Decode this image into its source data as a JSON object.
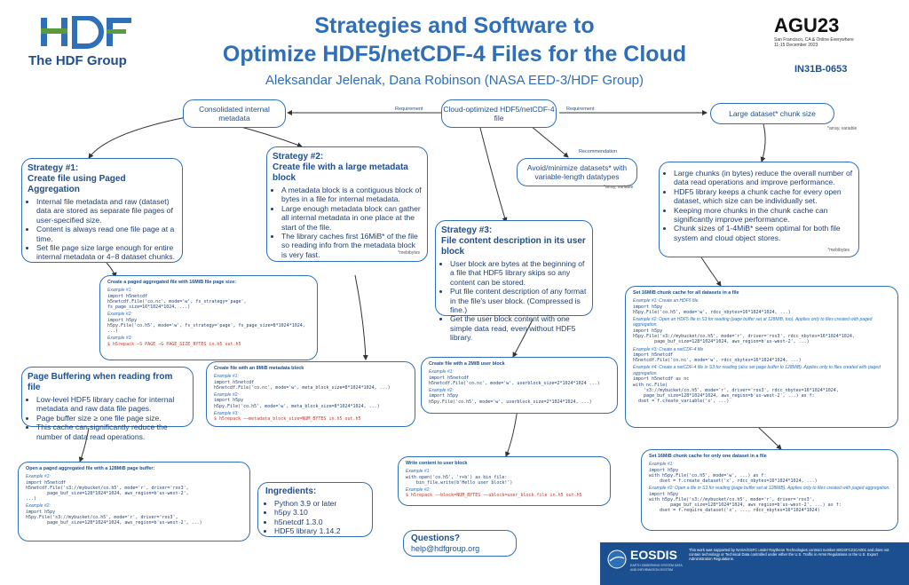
{
  "header": {
    "logo_text": "The HDF Group",
    "title_line1": "Strategies and Software to",
    "title_line2": "Optimize HDF5/netCDF-4 Files for the Cloud",
    "authors": "Aleksandar Jelenak, Dana Robinson (NASA EED-3/HDF Group)",
    "agu_logo": "AGU23",
    "agu_sub1": "San Francisco, CA & Online Everywhere",
    "agu_sub2": "11-15 December 2023",
    "poster_id": "IN31B-0653"
  },
  "flow": {
    "center_node": "Cloud-optimized HDF5/netCDF-4 file",
    "left_node": "Consolidated internal metadata",
    "right_node": "Large dataset* chunk size",
    "right_note": "*array, variable",
    "req_left": "Requirement",
    "req_right": "Requirement",
    "recommendation": "Recommendation",
    "avoid_node": "Avoid/minimize datasets* with variable-length datatypes",
    "avoid_note": "*array, variable"
  },
  "strategy1": {
    "heading1": "Strategy #1:",
    "heading2": "Create file using Paged Aggregation",
    "bullets": [
      "Internal file metadata and raw (dataset) data are stored as separate file pages of user-specified size.",
      "Content is always read one file page at a time.",
      "Set file page size large enough for entire internal metadata or 4−8 dataset chunks."
    ],
    "code_title": "Create a paged aggregated file with 16MiB file page size:",
    "ex1": "Example #1:",
    "code1": "import h5netcdf\nh5netcdf.File('co.nc', mode='w', fs_strategy='page',\nfs_page_size=16*1024*1024, ...)",
    "ex2": "Example #2:",
    "code2": "import h5py\nh5py.File('co.h5', mode='w', fs_strategy='page', fs_page_size=8*1024*1024,\n...)",
    "ex3": "Example #3:",
    "code3": "$ h5repack −S PAGE −G PAGE_SIZE_BYTES in.h5 out.h5"
  },
  "strategy2": {
    "heading1": "Strategy #2:",
    "heading2": "Create file with a large metadata block",
    "bullets": [
      "A metadata block is a contiguous block of bytes in a file for internal metadata.",
      "Large enough metadata block can gather all internal metadata in one place at the start of the file.",
      "The library caches first 16MiB* of the file so reading info from the metadata block is very fast."
    ],
    "note": "*mebibytes",
    "code_title": "Create file with an 8MiB metadata block",
    "ex1": "Example #1:",
    "code1": "import h5netcdf\nh5netcdf.File('co.nc', mode='w', meta_block_size=8*1024*1024, ...)",
    "ex2": "Example #2:",
    "code2": "import h5py\nh5py.File('co.h5', mode='w', meta_block_size=8*1024*1024, ...)",
    "ex3": "Example #3:",
    "code3": "$ h5repack −−metadata_block_size=NUM_BYTES in.h5 out.h5"
  },
  "strategy3": {
    "heading1": "Strategy #3:",
    "heading2": "File content description in its user block",
    "bullets": [
      "User block are bytes at the beginning of a file that HDF5 library skips so any content can be stored.",
      "Put file content description of any format in the file's user block. (Compressed is fine.)",
      "Get the user block content with one simple data read, even without HDF5 library."
    ],
    "code_title": "Create file with a 2MiB user block",
    "ex1": "Example #1:",
    "code1": "import h5netcdf\nh5netcdf.File('co.nc', mode='w', userblock_size=2*1024*1024 ...)",
    "ex2": "Example #2:",
    "code2": "import h5py\nh5py.File('co.h5', mode='w', userblock_size=2*1024*1024, ...)",
    "write_title": "Write content to user block",
    "wex1": "Example #1:",
    "wcode1": "with open('co.h5', 'r+b') as bin_file:\n    bin_file.write(b'Hello user block!')",
    "wex2": "Example #2:",
    "wcode2": "$ h5repack −−block=NUM_BYTES −−ublock=user_block.file in.h5 out.h5"
  },
  "chunk": {
    "bullets": [
      "Large chunks (in bytes) reduce the overall number of data read operations and improve performance.",
      "HDF5 library keeps a chunk cache for every open dataset, which size can be individually set.",
      "Keeping more chunks in the chunk cache can significantly improve performance.",
      "Chunk sizes of 1-4MiB* seem optimal for both file system and cloud object stores."
    ],
    "note": "*mebibytes",
    "code_title": "Set 16MiB chunk cache for all datasets in a file",
    "ex1": "Example #1: Create an HDF5 file",
    "code1": "import h5py\nh5py.File('co.h5', mode='w', rdcc_nbytes=16*1024*1024, ...)",
    "ex2": "Example #2: Open an HDF5 file in S3 for reading (page buffer set at 128MiB, too). Applies only to files created with paged aggregation.",
    "code2": "import h5py\nh5py.File('s3://mybucket/co.h5', mode='r', driver='ros3', rdcc_nbytes=16*1024*1024,\n        page_buf_size=128*1024*1024, aws_region=b'us-west-2', ...)",
    "ex3": "Example #3: Create a netCDF-4 file",
    "code3": "import h5netcdf\nh5netcdf.File('co.nc', mode='w', rdcc_nbytes=16*1024*1024, ...)",
    "ex4": "Example #4: Create a netCDF-4 file in S3 for reading (also set page buffer to 128MiB). Applies only to files created with paged aggregation.",
    "code4": "import h5netcdf as nc\nwith nc.File(\n    's3://mybucket/co.h5', mode='r', driver='ros3', rdcc_nbytes=16*1024*1024,\n    page_buf_size=128*1024*1024, aws_region=b'us-west-2', ...) as f:\n  dset = f.create_variable('x', ...)",
    "one_title": "Set 16MiB chunk cache for only one dataset in a file",
    "oex1": "Example #1:",
    "ocode1": "import h5py\nwith h5py.File('co.h5', mode='w', ...) as f:\n    dset = f.create_dataset('x', rdcc_nbytes=16*1024*1024, ...)",
    "oex2": "Example #2: Open a file in S3 for reading (page buffer set at 128MiB). Applies only to files created with paged aggregation.",
    "ocode2": "import h5py\nwith h5py.File('s3://mybucket/co.h5', mode='r', driver='ros3',\n        page_buf_size=128*1024*1024, aws_region=b'us-west-2', ...) as f:\n    dset = f.require_dataset('x', ..., rdcc_nbytes=16*1024*1024)"
  },
  "pagebuf": {
    "heading": "Page Buffering when reading from file",
    "bullets": [
      "Low-level HDF5 library cache for internal metadata and raw data file pages.",
      "Page buffer size ≥ one file page size.",
      "This cache can significantly reduce the number of data read operations."
    ],
    "code_title": "Open a paged aggregated file with a 128MiB page buffer:",
    "ex1": "Example #1:",
    "code1": "import h5netcdf\nh5netcdf.File('s3://mybucket/co.h5', mode='r', driver='ros3',\n        page_buf_size=128*1024*1024, aws_region=b'us-west-2',\n...)",
    "ex2": "Example #2:",
    "code2": "import h5py\nh5py.File('s3://mybucket/co.h5', mode='r', driver='ros3',\n        page_buf_size=128*1024*1024, aws_region=b'us-west-2', ...)"
  },
  "ingredients": {
    "heading": "Ingredients:",
    "items": [
      "Python 3.9 or later",
      "h5py 3.10",
      "h5netcdf 1.3.0",
      "HDF5 library 1.14.2"
    ]
  },
  "questions": {
    "heading": "Questions?",
    "email": "help@hdfgroup.org"
  },
  "footer": {
    "eosdis": "EOSDIS",
    "eosdis_sub": "EARTH OBSERVING SYSTEM DATA AND INFORMATION SYSTEM",
    "disclaimer": "This work was supported by NASA/GSFC under Raytheon Technologies contract number 80GSFC21CA001 and does not contain technology or Technical Data controlled under either the U.S. Traffic in Arms Regulations or the U.S. Export Administration Regulations."
  },
  "colors": {
    "accent": "#2e6fb7",
    "dark": "#1f4e8c",
    "green": "#5a9a3a",
    "footer": "#1b4f8f"
  }
}
